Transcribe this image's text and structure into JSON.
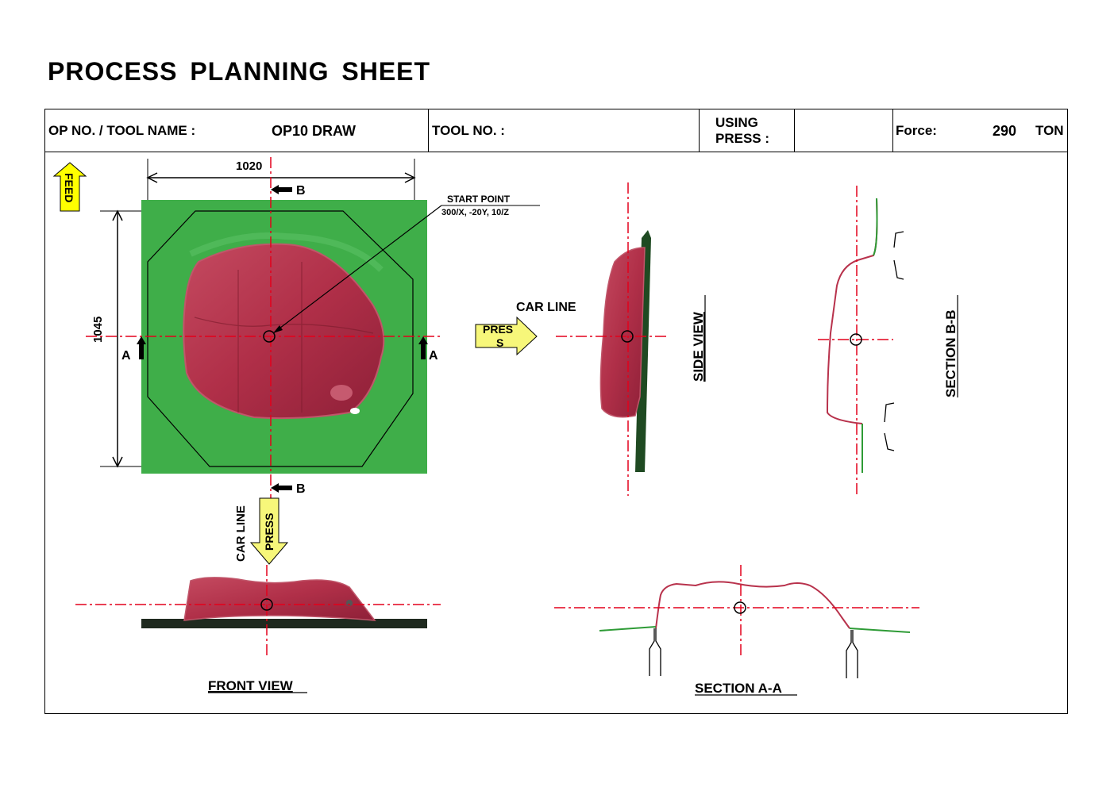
{
  "title": "PROCESS  PLANNING  SHEET",
  "header": {
    "op_label": "OP NO. / TOOL NAME :",
    "op_value": "OP10 DRAW",
    "tool_label": "TOOL NO. :",
    "using_label_1": "USING",
    "using_label_2": "PRESS :",
    "force_label": "Force:",
    "force_value": "290",
    "force_unit": "TON"
  },
  "drawing": {
    "feed_label": "FEED",
    "width_dim": "1020",
    "height_dim": "1045",
    "section_b_marker": "B",
    "section_a_marker": "A",
    "start_point_label": "START POINT",
    "start_point_coords": "300/X, -20Y, 10/Z",
    "car_line_label": "CAR LINE",
    "press_label_1": "PRES",
    "press_label_2": "S",
    "press_label_vertical": "PRESS",
    "car_line_vertical": "CAR LINE",
    "side_view_label": "SIDE  VIEW",
    "section_bb_label": "SECTION B-B",
    "front_view_label": "FRONT VIEW",
    "section_aa_label": "SECTION A-A"
  },
  "colors": {
    "blank_green": "#3fae49",
    "part_red": "#b8324c",
    "centerline_red": "#e3001b",
    "arrow_yellow": "#f7f77a",
    "feed_yellow": "#ffff00",
    "die_dark": "#1f2a1f"
  }
}
